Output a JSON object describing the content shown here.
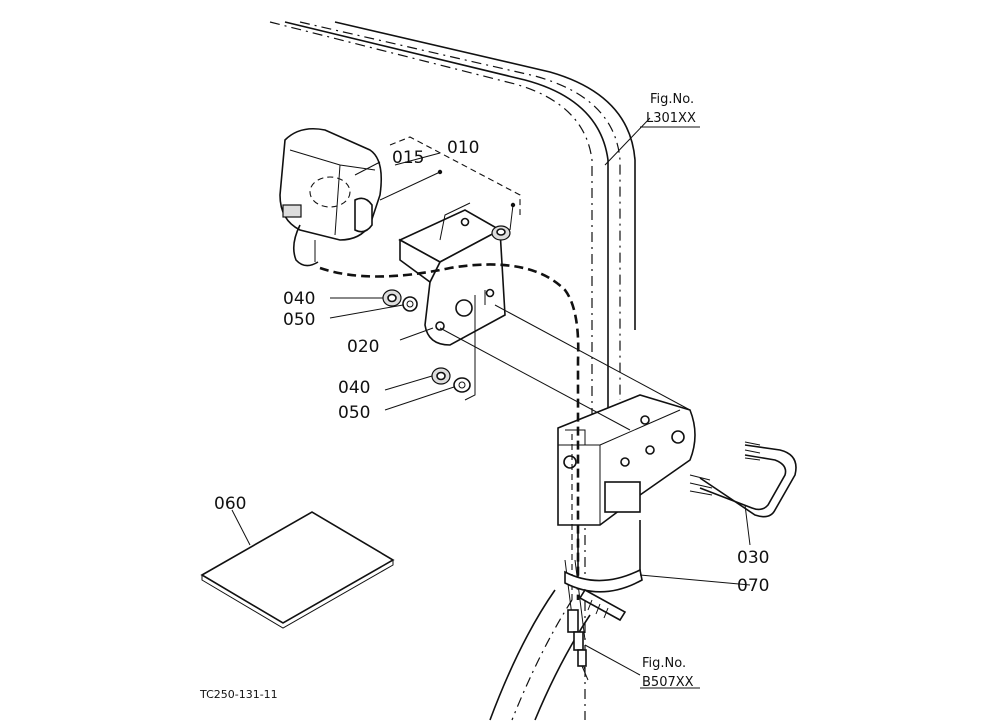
{
  "labels": {
    "p010": "010",
    "p015": "015",
    "p020": "020",
    "p030": "030",
    "p040a": "040",
    "p040b": "040",
    "p050a": "050",
    "p050b": "050",
    "p060": "060",
    "p070": "070"
  },
  "refs": {
    "fig_top_line1": "Fig.No.",
    "fig_top_line2": "L301XX",
    "fig_bottom_line1": "Fig.No.",
    "fig_bottom_line2": "B507XX"
  },
  "drawing_code": "TC250-131-11"
}
